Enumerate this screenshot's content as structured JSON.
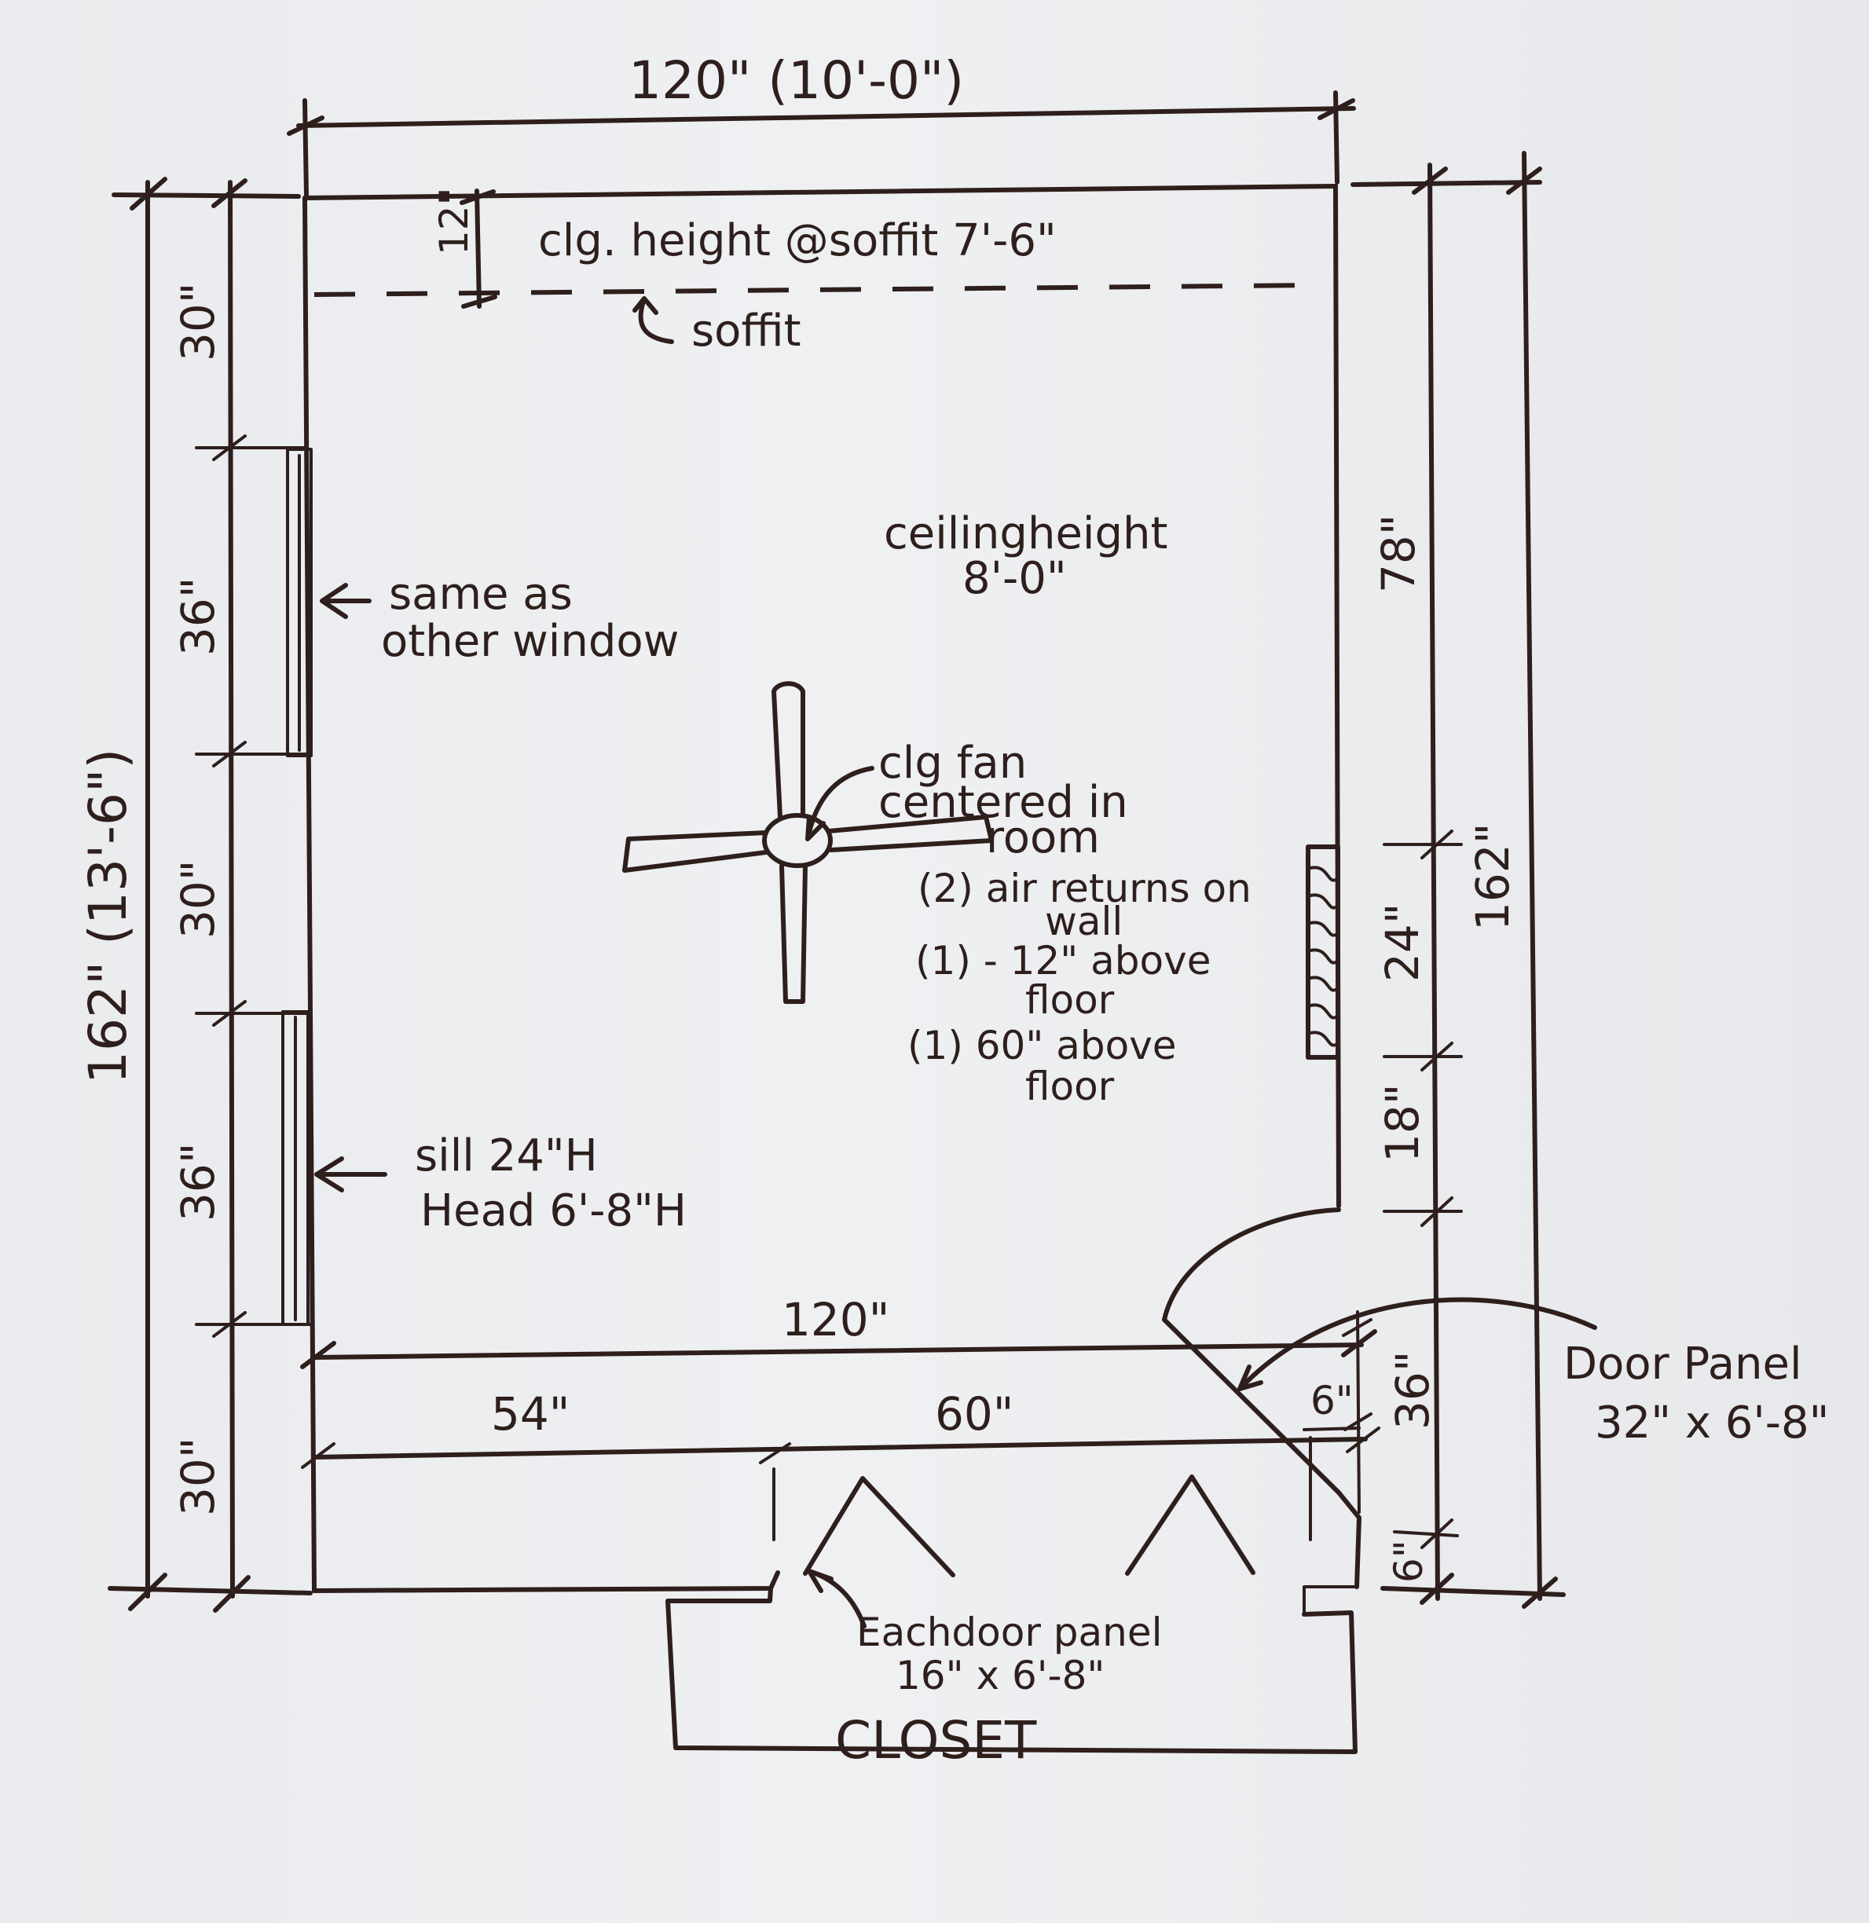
{
  "drawing": {
    "top_overall_dim": "120\" (10'-0\")",
    "soffit_depth_dim": "12\"",
    "soffit_height_note": "clg. height @soffit 7'-6\"",
    "soffit_label": "soffit",
    "ceiling_height_note": [
      "ceilingheight",
      "8'-0\""
    ],
    "window_upper_note": [
      "same as",
      "other window"
    ],
    "window_lower_note": [
      "sill 24\"H",
      "Head 6'-8\"H"
    ],
    "fan_note": [
      "clg fan",
      "centered in",
      "room"
    ],
    "air_return_note": [
      "(2) air returns on",
      "wall",
      "(1) - 12\" above",
      "floor",
      "(1) 60\" above",
      "floor"
    ],
    "left_dims": [
      "30\"",
      "36\"",
      "30\"",
      "36\"",
      "30\""
    ],
    "left_overall_dim": "162\" (13'-6\")",
    "right_dims": [
      "78\"",
      "24\"",
      "18\"",
      "36\"",
      "6\""
    ],
    "right_overall_dim": "162\"",
    "bottom_width_dim": "120\"",
    "closet_left_dim": "54\"",
    "closet_opening_dim": "60\"",
    "door_gap_dim": "6\"",
    "door_panel_note": [
      "Door Panel",
      "32\" x 6'-8\""
    ],
    "closet_door_note": [
      "Eachdoor panel",
      "16\" x 6'-8\""
    ],
    "closet_label": "CLOSET"
  }
}
